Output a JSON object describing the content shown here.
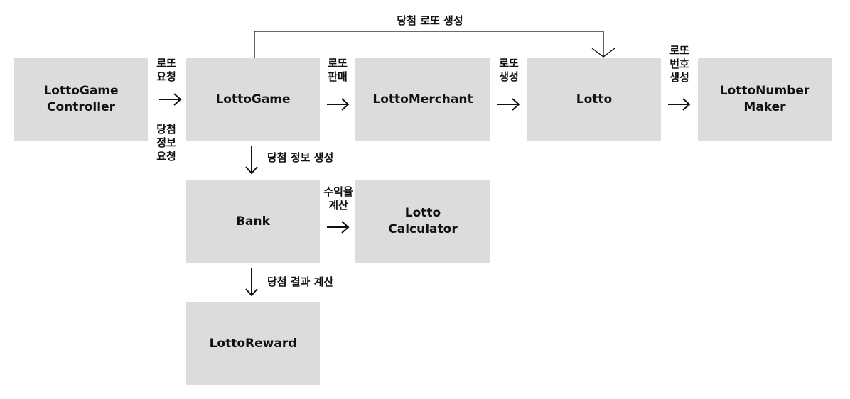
{
  "colors": {
    "box_fill": "#dcdcdc",
    "stroke": "#111111",
    "background": "#ffffff"
  },
  "boxes": {
    "controller": "LottoGame\nController",
    "game": "LottoGame",
    "merchant": "LottoMerchant",
    "lotto": "Lotto",
    "number_maker": "LottoNumber\nMaker",
    "bank": "Bank",
    "calculator": "Lotto\nCalculator",
    "reward": "LottoReward"
  },
  "labels": {
    "top_loop": "당첨 로또 생성",
    "request_lotto": "로또\n요청",
    "request_win_info": "당첨\n정보\n요청",
    "sell_lotto": "로또\n판매",
    "create_lotto": "로또\n생성",
    "create_numbers": "로또\n번호\n생성",
    "create_win_info": "당첨 정보 생성",
    "calc_yield": "수익율\n계산",
    "calc_result": "당첨 결과 계산"
  },
  "icons": [
    "right-arrow-icon",
    "down-arrow-icon"
  ]
}
